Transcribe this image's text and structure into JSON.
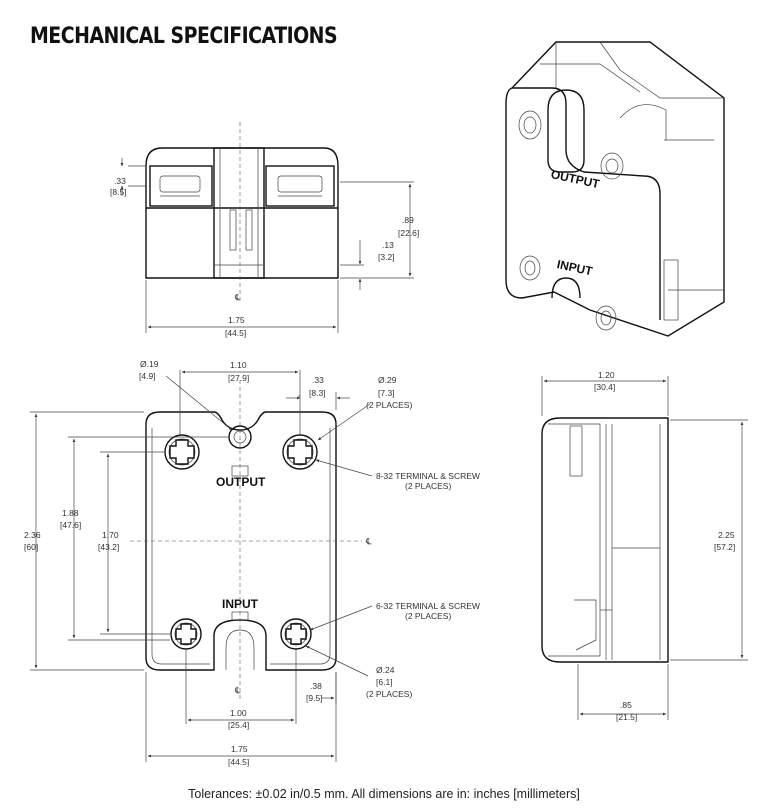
{
  "title": "MECHANICAL SPECIFICATIONS",
  "footer": "Tolerances: ±0.02 in/0.5 mm. All dimensions are in: inches [millimeters]",
  "centerline": "℄",
  "side_view": {
    "dim_top_in": ".33",
    "dim_top_mm": "[8.5]",
    "dim_height_in": ".89",
    "dim_height_mm": "[22.6]",
    "dim_base_in": ".13",
    "dim_base_mm": "[3.2]",
    "dim_width_in": "1.75",
    "dim_width_mm": "[44.5]"
  },
  "top_view": {
    "hole_dia_in": "Ø.19",
    "hole_dia_mm": "[4.9]",
    "hole_offset_in": "1.10",
    "hole_offset_mm": "[27.9]",
    "terminal_offset_in": ".33",
    "terminal_offset_mm": "[8.3]",
    "top_terminal_dia_in": "Ø.29",
    "top_terminal_dia_mm": "[7.3]",
    "top_terminal_places": "(2 PLACES)",
    "output_label": "OUTPUT",
    "input_label": "INPUT",
    "terminal_8_32": "8-32 TERMINAL & SCREW",
    "terminal_8_32_places": "(2 PLACES)",
    "terminal_6_32": "6-32 TERMINAL & SCREW",
    "terminal_6_32_places": "(2 PLACES)",
    "height_total_in": "2.36",
    "height_total_mm": "[60]",
    "height_mid_in": "1.88",
    "height_mid_mm": "[47.6]",
    "height_terms_in": "1.70",
    "height_terms_mm": "[43.2]",
    "bottom_dia_in": "Ø.24",
    "bottom_dia_mm": "[6.1]",
    "bottom_places": "(2 PLACES)",
    "bottom_offset_in": ".38",
    "bottom_offset_mm": "[9.5]",
    "bottom_spacing_in": "1.00",
    "bottom_spacing_mm": "[25.4]",
    "width_in": "1.75",
    "width_mm": "[44.5]"
  },
  "profile_view": {
    "depth_in": "1.20",
    "depth_mm": "[30.4]",
    "height_in": "2.25",
    "height_mm": "[57.2]",
    "base_in": ".85",
    "base_mm": "[21.5]"
  },
  "iso_view": {
    "output_label": "OUTPUT",
    "input_label": "INPUT"
  }
}
